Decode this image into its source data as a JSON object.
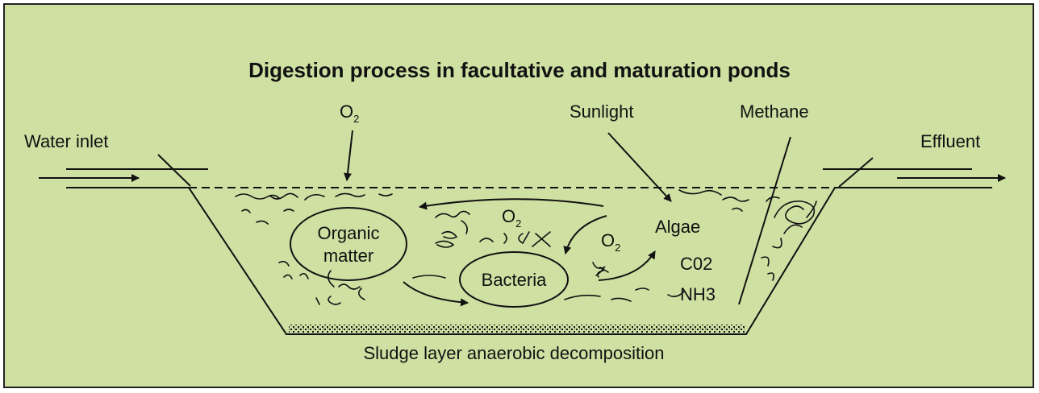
{
  "title": "Digestion process in facultative and maturation ponds",
  "labels": {
    "water_inlet": "Water inlet",
    "effluent": "Effluent",
    "o2_top": "O",
    "o2_top_sub": "2",
    "sunlight": "Sunlight",
    "methane": "Methane",
    "organic_line1": "Organic",
    "organic_line2": "matter",
    "bacteria": "Bacteria",
    "algae": "Algae",
    "o2_middle": "O",
    "o2_middle_sub": "2",
    "o2_right": "O",
    "o2_right_sub": "2",
    "co2": "C02",
    "nh3": "NH3",
    "sludge": "Sludge layer anaerobic decomposition"
  },
  "colors": {
    "background": "#cfe0a3",
    "ink": "#111111",
    "frame": "#222222"
  }
}
